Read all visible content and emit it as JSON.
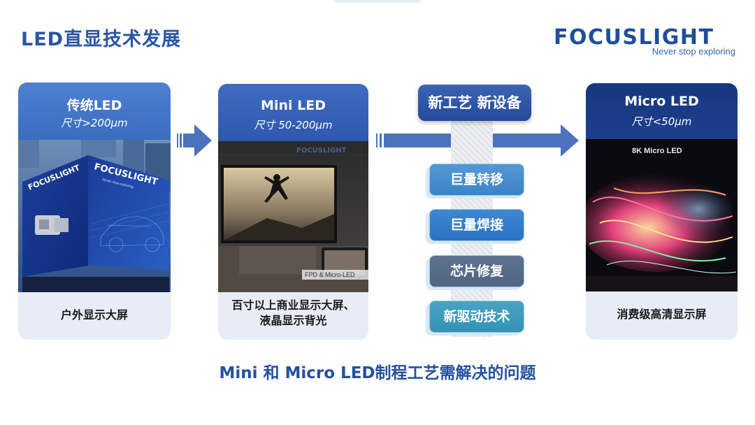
{
  "page": {
    "title": "LED直显技术发展",
    "bottom_title": "Mini 和 Micro LED制程工艺需解决的问题"
  },
  "logo": {
    "word": "FOCUSLIGHT",
    "tagline": "Never stop exploring"
  },
  "cards": [
    {
      "title": "传统LED",
      "subtitle": "尺寸>200μm",
      "caption": "户外显示大屏",
      "image_text": {
        "brand": "FOCUSLIGHT",
        "tagline": "Never stop exploring"
      }
    },
    {
      "title": "Mini LED",
      "subtitle": "尺寸 50-200μm",
      "caption_line1": "百寸以上商业显示大屏、",
      "caption_line2": "液晶显示背光",
      "image_text": {
        "brand": "FOCUSLIGHT",
        "label": "FPD & Micro-LED"
      }
    },
    {
      "title": "Micro LED",
      "subtitle": "尺寸<50μm",
      "caption": "消费级高清显示屏",
      "image_text": {
        "label": "8K Micro LED"
      }
    }
  ],
  "process": {
    "header": "新工艺 新设备",
    "items": [
      "巨量转移",
      "巨量焊接",
      "芯片修复",
      "新驱动技术"
    ]
  },
  "colors": {
    "title_blue": "#2a55a3",
    "card1_head": "#3a6cc0",
    "card2_head": "#2e58ad",
    "card3_head": "#1d3f8c",
    "arrow_blue": "#4d72bd",
    "pill_blue": "#3a83c7",
    "pill_slate": "#4f6582",
    "pill_teal": "#3393b5"
  },
  "icons": [
    "chevron-right-arrow-icon",
    "long-right-arrow-icon"
  ]
}
